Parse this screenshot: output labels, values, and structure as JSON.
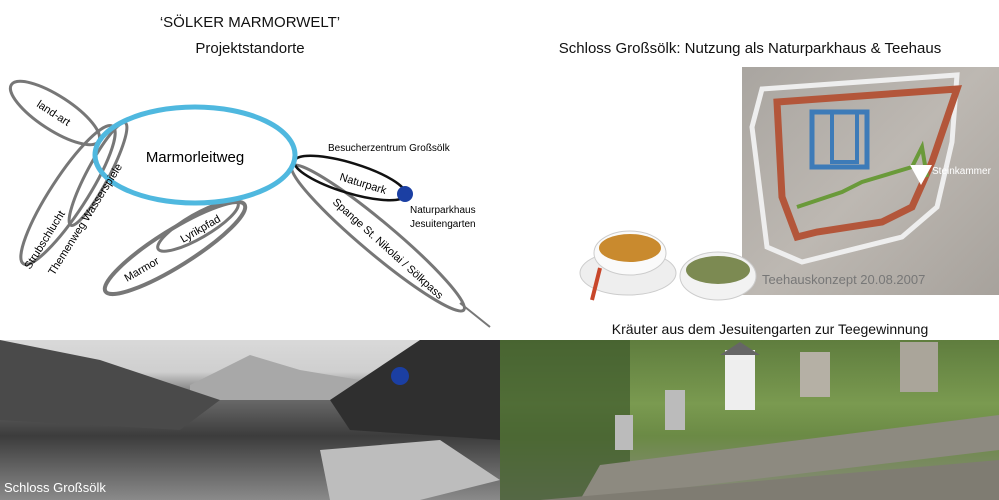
{
  "left": {
    "title": "‘SÖLKER MARMORWELT’",
    "subtitle": "Projektstandorte",
    "diagram": {
      "center": "Marmorleitweg",
      "nodes": [
        "land-art",
        "Strubschlucht",
        "Themenweg Wasserspiele",
        "Marmor",
        "Lyrikpfad",
        "Naturpark",
        "Spange St. Nikolai / Sölkpass"
      ],
      "labels": {
        "besucherzentrum": "Besucherzentrum Großsölk",
        "naturparkhaus_1": "Naturparkhaus",
        "naturparkhaus_2": "Jesuitengarten"
      }
    }
  },
  "right": {
    "title": "Schloss Großsölk: Nutzung als Naturparkhaus & Teehaus",
    "plan_label": "Steinkammer",
    "plan_caption": "Teehauskonzept 20.08.2007",
    "herbs_caption": "Kräuter aus dem Jesuitengarten zur Teegewinnung"
  },
  "bottom_left_caption": "Schloss Großsölk",
  "colors": {
    "accent_blue": "#4fb8df",
    "dot_blue": "#1b3fa3",
    "ellipse_gray": "#777777"
  }
}
